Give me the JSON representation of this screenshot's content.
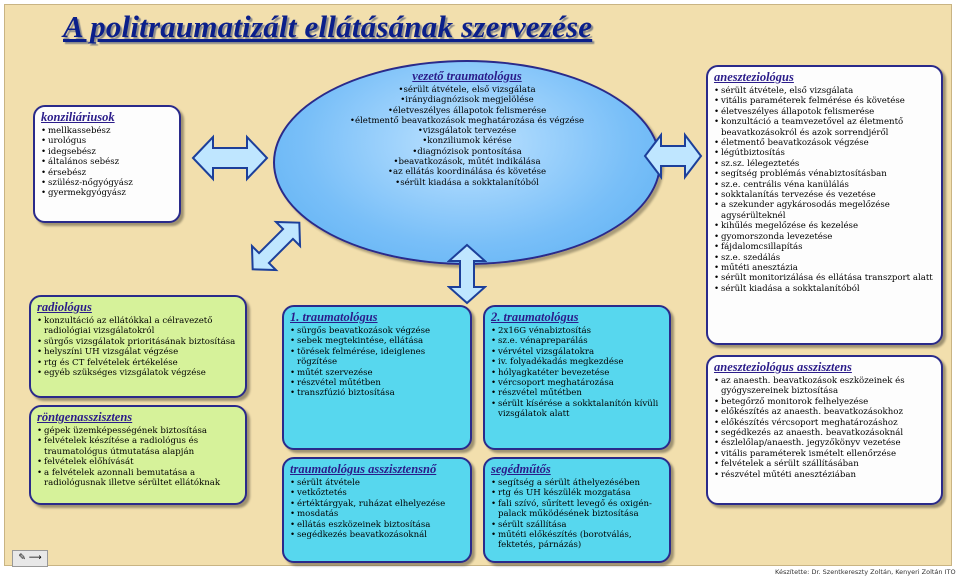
{
  "title": "A politraumatizált ellátásának szervezése",
  "center": {
    "heading": "vezető traumatológus",
    "items": [
      "sérült átvétele, első vizsgálata",
      "iránydiagnózisok megjelölése",
      "életveszélyes állapotok felismerése",
      "életmentő beavatkozások meghatározása és végzése",
      "vizsgálatok tervezése",
      "konziliumok kérése",
      "diagnózisok pontosítása",
      "beavatkozások, műtét indikálása",
      "az ellátás koordinálása és követése",
      "sérült kiadása a sokktalanítóból"
    ]
  },
  "konziliarius": {
    "heading": "konziliáriusok",
    "items": [
      "mellkassebész",
      "urológus",
      "idegsebész",
      "általános sebész",
      "érsebész",
      "szülész-nőgyógyász",
      "gyermekgyógyász"
    ]
  },
  "radiologus": {
    "heading": "radiológus",
    "items": [
      "konzultáció az ellátókkal a célravezető radiológiai vizsgálatokról",
      "sürgős vizsgálatok prioritásának biztosítása",
      "helyszíni UH vizsgálat végzése",
      "rtg és CT felvételek értékelése",
      "egyéb szükséges vizsgálatok végzése"
    ]
  },
  "rontgen": {
    "heading": "röntgenasszisztens",
    "items": [
      "gépek üzemképességének biztosítása",
      "felvételek készítése a radiológus és traumatológus útmutatása alapján",
      "felvételek előhívását",
      "a felvételek azonnali bemutatása a radiológusnak illetve sérültet ellátóknak"
    ]
  },
  "trauma1": {
    "heading": "1. traumatológus",
    "items": [
      "sürgős beavatkozások végzése",
      "sebek megtekintése, ellátása",
      "törések felmérése, ideiglenes rögzítése",
      "műtét szervezése",
      "részvétel műtétben",
      "transzfúzió biztosítása"
    ]
  },
  "trauma2": {
    "heading": "2. traumatológus",
    "items": [
      "2x16G vénabiztosítás",
      "sz.e. vénapreparálás",
      "vérvétel vizsgálatokra",
      "iv. folyadékadás megkezdése",
      "hólyagkatéter bevezetése",
      "vércsoport meghatározása",
      "részvétel műtétben",
      "sérült kísérése a sokktalanítón kívüli vizsgálatok alatt"
    ]
  },
  "traumaassz": {
    "heading": "traumatológus asszisztensnő",
    "items": [
      "sérült átvétele",
      "vetkőztetés",
      "értéktárgyak, ruházat elhelyezése",
      "mosdatás",
      "ellátás eszközeinek biztosítása",
      "segédkezés beavatkozásoknál"
    ]
  },
  "segedmuto": {
    "heading": "segédműtős",
    "items": [
      "segítség a sérült áthelyezésében",
      "rtg és UH készülék mozgatása",
      "fali szívó, sűrített levegő és oxigén-palack működésének biztosítása",
      "sérült szállítása",
      "műtéti előkészítés (borotválás, fektetés, párnázás)"
    ]
  },
  "aneszteziologus": {
    "heading": "aneszteziológus",
    "items": [
      "sérült átvétele, első vizsgálata",
      "vitális paraméterek felmérése és követése",
      "életveszélyes állapotok felismerése",
      "konzultáció a teamvezetővel az életmentő beavatkozásokról és azok sorrendjéről",
      "életmentő beavatkozások végzése",
      "légútbiztosítás",
      "sz.sz. lélegeztetés",
      "segítség problémás vénabiztosításban",
      "sz.e. centrális véna kanülálás",
      "sokktalanítás tervezése és vezetése",
      "a szekunder agykárosodás megelőzése agysérülteknél",
      "kihűlés megelőzése és kezelése",
      "gyomorszonda levezetése",
      "fájdalomcsillapítás",
      "sz.e. szedálás",
      "műtéti anesztázia",
      "sérült monitorizálása és ellátása transzport alatt",
      "sérült kiadása a sokktalanítóból"
    ]
  },
  "aneszassz": {
    "heading": "aneszteziológus asszisztens",
    "items": [
      "az anaesth. beavatkozások eszközeinek és gyógyszereinek biztosítása",
      "betegőrző monitorok felhelyezése",
      "előkészítés az anaesth. beavatkozásokhoz",
      "előkészítés vércsoport meghatározáshoz",
      "segédkezés az anaesth. beavatkozásoknál",
      "észlelőlap/anaesth. jegyzőkönyv vezetése",
      "vitális paraméterek ismételt ellenőrzése",
      "felvételek a sérült szállításában",
      "részvétel műtéti anesztéziában"
    ]
  },
  "footer": {
    "credit": "Készítette: Dr. Szentkereszty Zoltán, Kenyeri Zoltán ITO"
  },
  "colors": {
    "background": "#f2dfad",
    "title": "#0b1f8a",
    "white_box": "#fdfdfd",
    "green_box": "#d6f29a",
    "cyan_box": "#57d7ee",
    "ellipse": "#79bff8",
    "arrow_fill": "#bfe6ff",
    "arrow_stroke": "#1c3f9a"
  }
}
